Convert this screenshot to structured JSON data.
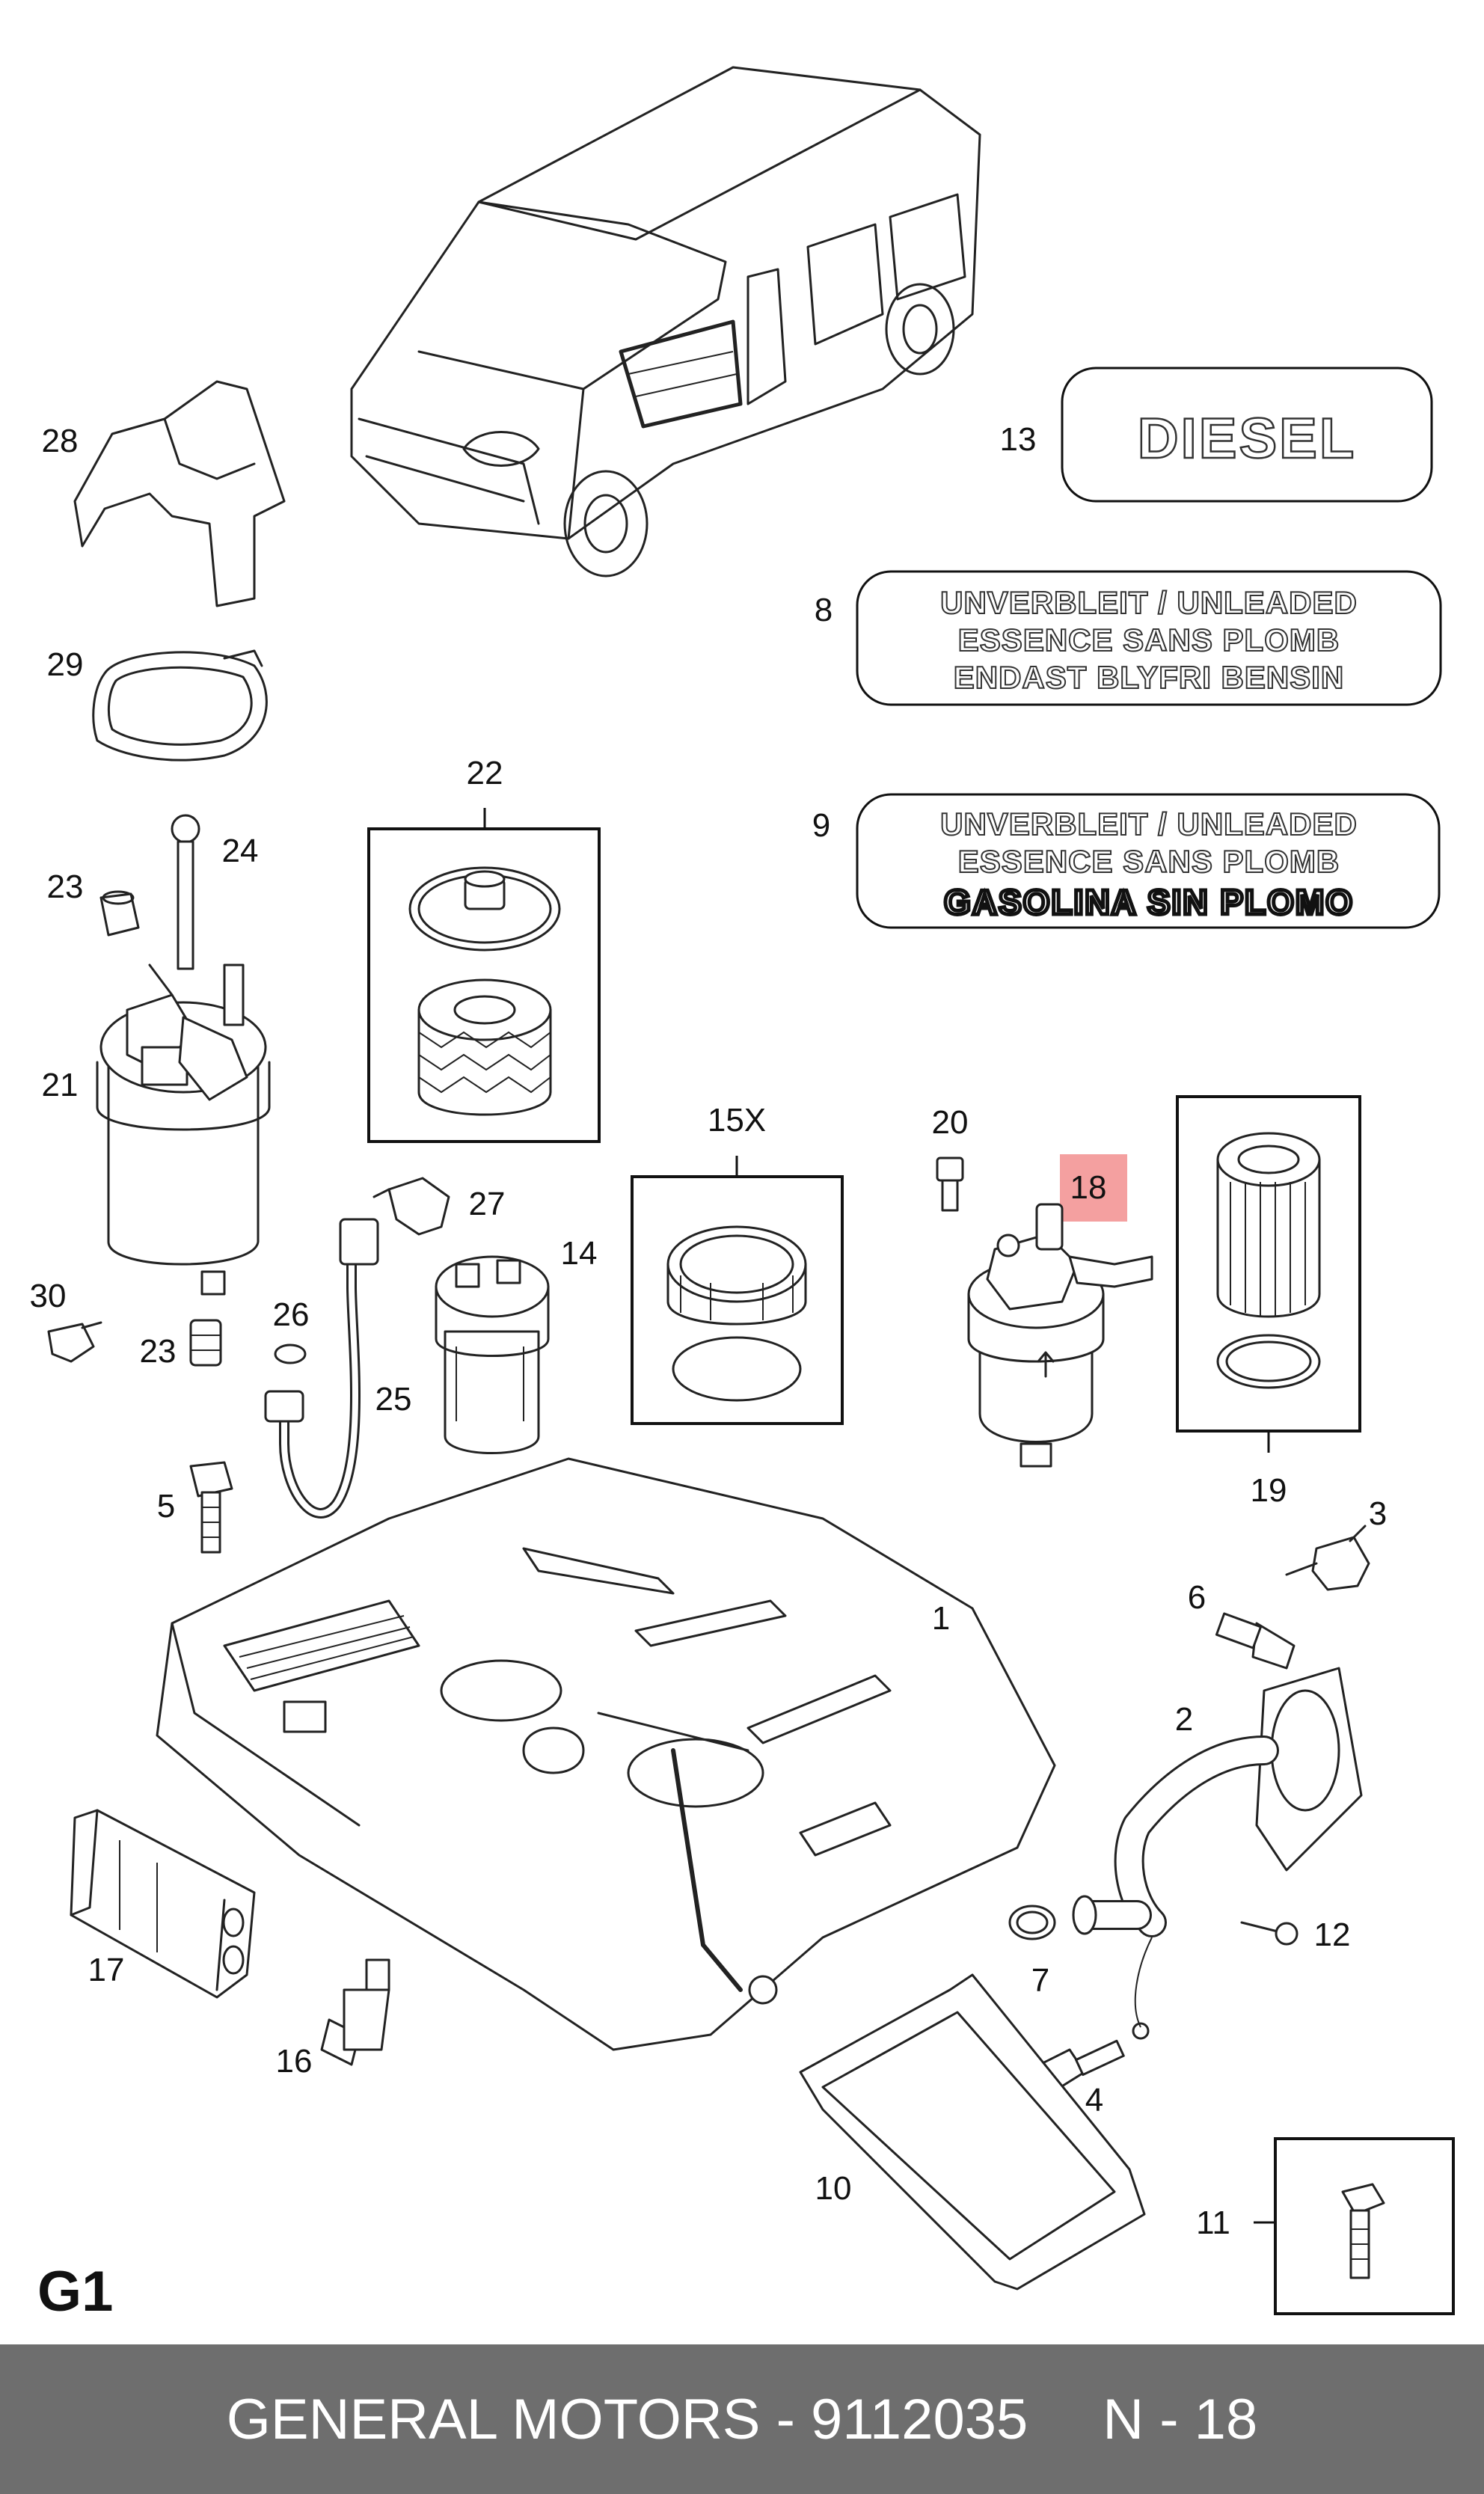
{
  "section_code": "G1",
  "footer": {
    "brand_part": "GENERAL MOTORS - 9112035",
    "ref": "N - 18"
  },
  "highlight_color": "#f4a0a0",
  "footer_color": "#6e6e6e",
  "labels": {
    "diesel": "DIESEL",
    "label8": [
      "UNVERBLEIT / UNLEADED",
      "ESSENCE SANS PLOMB",
      "ENDAST BLYFRI BENSIN"
    ],
    "label9": [
      "UNVERBLEIT / UNLEADED",
      "ESSENCE SANS PLOMB",
      "GASOLINA SIN PLOMO"
    ]
  },
  "callouts": {
    "c1": "1",
    "c2": "2",
    "c3": "3",
    "c4": "4",
    "c5": "5",
    "c6": "6",
    "c7": "7",
    "c8": "8",
    "c9": "9",
    "c10": "10",
    "c11": "11",
    "c12": "12",
    "c13": "13",
    "c14": "14",
    "c15": "15X",
    "c16": "16",
    "c17": "17",
    "c18": "18",
    "c19": "19",
    "c20": "20",
    "c21": "21",
    "c22": "22",
    "c23a": "23",
    "c23b": "23",
    "c24": "24",
    "c25": "25",
    "c26": "26",
    "c27": "27",
    "c28": "28",
    "c29": "29",
    "c30": "30"
  }
}
